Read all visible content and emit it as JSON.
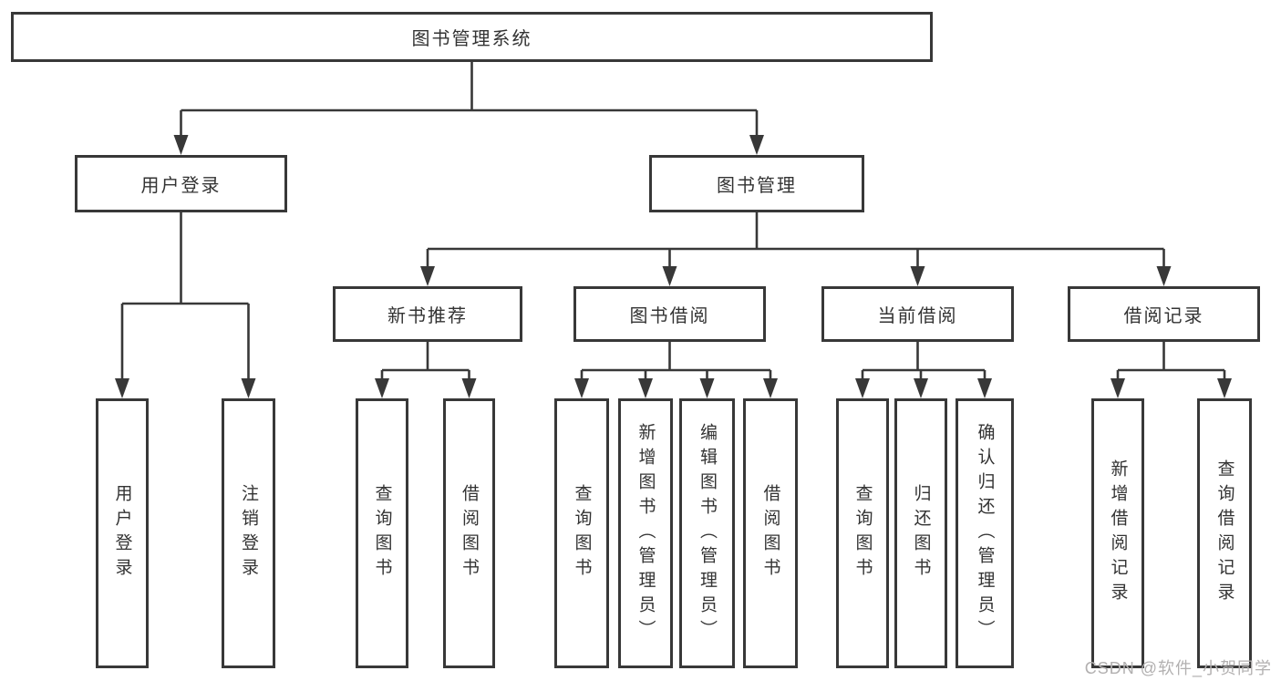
{
  "tree": {
    "root": {
      "label": "图书管理系统",
      "children": [
        {
          "label": "用户登录",
          "children": [
            {
              "label": "用户登录"
            },
            {
              "label": "注销登录"
            }
          ]
        },
        {
          "label": "图书管理",
          "children": [
            {
              "label": "新书推荐",
              "children": [
                {
                  "label": "查询图书"
                },
                {
                  "label": "借阅图书"
                }
              ]
            },
            {
              "label": "图书借阅",
              "children": [
                {
                  "label": "查询图书"
                },
                {
                  "label": "新增图书（管理员）"
                },
                {
                  "label": "编辑图书（管理员）"
                },
                {
                  "label": "借阅图书"
                }
              ]
            },
            {
              "label": "当前借阅",
              "children": [
                {
                  "label": "查询图书"
                },
                {
                  "label": "归还图书"
                },
                {
                  "label": "确认归还（管理员）"
                }
              ]
            },
            {
              "label": "借阅记录",
              "children": [
                {
                  "label": "新增借阅记录"
                },
                {
                  "label": "查询借阅记录"
                }
              ]
            }
          ]
        }
      ]
    },
    "colors": {
      "line": "#383838",
      "text": "#333333",
      "background": "#ffffff"
    }
  },
  "watermark": {
    "text": "CSDN @软件_小贺同学",
    "color": "#b2b0b0"
  }
}
